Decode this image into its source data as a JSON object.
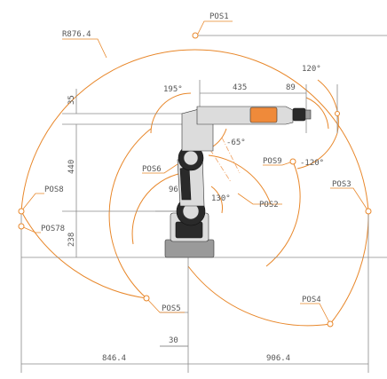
{
  "diagram": {
    "labels": {
      "pos1": "POS1",
      "pos2": "POS2",
      "pos3": "POS3",
      "pos4": "POS4",
      "pos5": "POS5",
      "pos6": "POS6",
      "pos8": "POS8",
      "pos9": "POS9",
      "pos78": "POS78",
      "radius": "R876.4",
      "angle_120_pos": "120°",
      "angle_120_neg": "-120°",
      "angle_195": "195°",
      "angle_65_neg": "-65°",
      "angle_130": "130°",
      "dim_435": "435",
      "dim_89": "89",
      "dim_35": "35",
      "dim_440": "440",
      "dim_238": "238",
      "dim_96": "96",
      "dim_30": "30",
      "dim_846_4": "846.4",
      "dim_906_4": "906.4"
    },
    "colors": {
      "orange": "#e8872a",
      "dimension_gray": "#8a8a8a",
      "text_gray": "#555555",
      "robot_dark": "#2a2a2a",
      "robot_light": "#dcdcdc"
    }
  }
}
